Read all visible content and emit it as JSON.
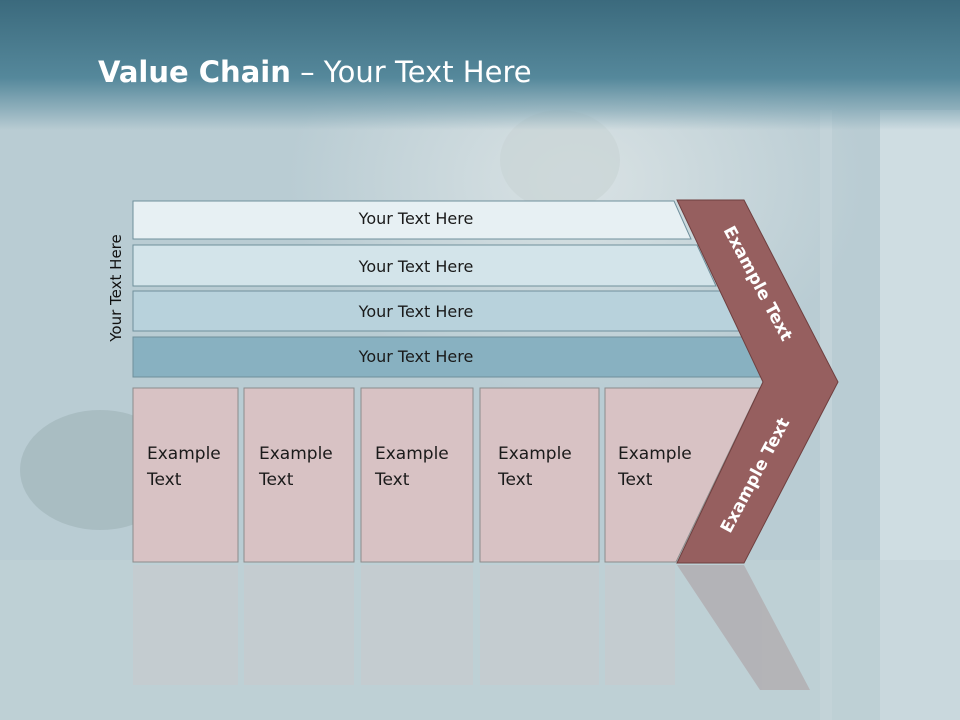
{
  "slide": {
    "title_bold": "Value Chain",
    "title_rest": " – Your Text Here",
    "side_label": "Your Text Here"
  },
  "support_rows": [
    {
      "label": "Your Text Here"
    },
    {
      "label": "Your Text Here"
    },
    {
      "label": "Your Text Here"
    },
    {
      "label": "Your Text Here"
    }
  ],
  "primary_boxes": [
    {
      "line1": "Example",
      "line2": "Text"
    },
    {
      "line1": "Example",
      "line2": "Text"
    },
    {
      "line1": "Example",
      "line2": "Text"
    },
    {
      "line1": "Example",
      "line2": "Text"
    },
    {
      "line1": "Example",
      "line2": "Text"
    }
  ],
  "chevron": {
    "upper_label": "Example Text",
    "lower_label": "Example Text"
  },
  "colors": {
    "header": "#4d8193",
    "row1": "#e7f0f3",
    "row2": "#d3e4ea",
    "row3": "#b8d2dc",
    "row4": "#88b1c1",
    "box": "#d8c2c4",
    "chevron": "#965f5f"
  }
}
